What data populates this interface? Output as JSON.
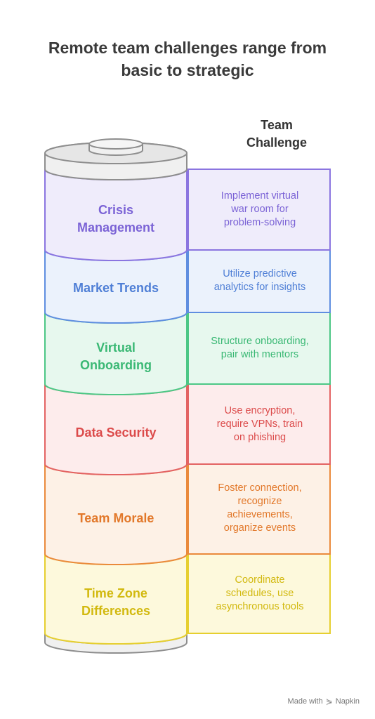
{
  "title": "Remote team challenges range from\nbasic to strategic",
  "column_header": "Team\nChallenge",
  "footer": {
    "made_with": "Made with",
    "brand": "Napkin",
    "icon": "napkin-logo-icon"
  },
  "segments": [
    {
      "label": "Crisis\nManagement",
      "description": "Implement virtual\nwar room for\nproblem-solving",
      "stroke": "#8b75e0",
      "fill": "#efecfb",
      "text_color": "#7b63d6"
    },
    {
      "label": "Market Trends",
      "description": "Utilize predictive\nanalytics for insights",
      "stroke": "#5f8ee0",
      "fill": "#ebf2fc",
      "text_color": "#4f7fd6"
    },
    {
      "label": "Virtual\nOnboarding",
      "description": "Structure onboarding,\npair with mentors",
      "stroke": "#4cc785",
      "fill": "#e7f8ee",
      "text_color": "#3ab874"
    },
    {
      "label": "Data Security",
      "description": "Use encryption,\nrequire VPNs, train\non phishing",
      "stroke": "#e36363",
      "fill": "#fdecec",
      "text_color": "#dc4b4b"
    },
    {
      "label": "Team Morale",
      "description": "Foster connection,\nrecognize\nachievements,\norganize events",
      "stroke": "#ea8a3b",
      "fill": "#fdf1e6",
      "text_color": "#e2782a"
    },
    {
      "label": "Time Zone\nDifferences",
      "description": "Coordinate\nschedules, use\nasynchronous tools",
      "stroke": "#e6cf2f",
      "fill": "#fdf9dc",
      "text_color": "#d2b90f"
    }
  ],
  "cap_colors": {
    "stroke": "#8e8e8e",
    "fill": "#f0f0f0",
    "top_fill": "#e6e6e6"
  }
}
